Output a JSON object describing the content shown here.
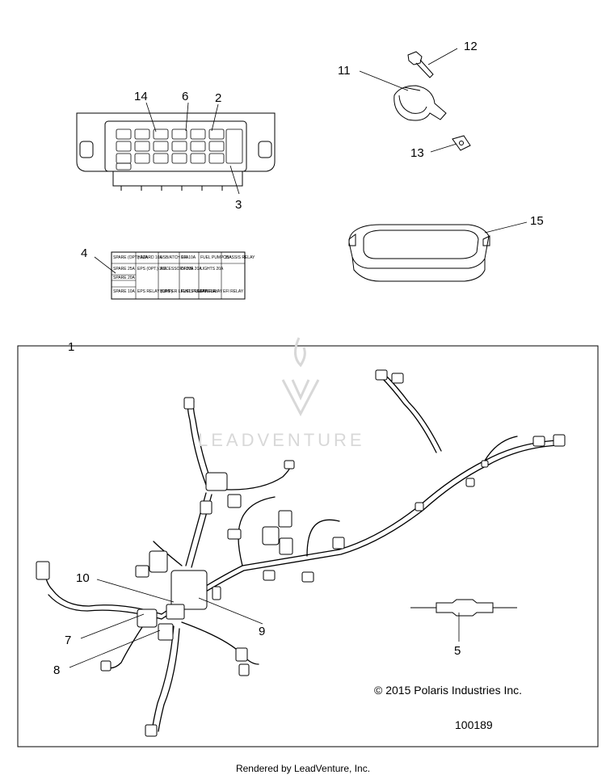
{
  "callouts": {
    "c1": "1",
    "c2": "2",
    "c3": "3",
    "c4": "4",
    "c5": "5",
    "c6": "6",
    "c7": "7",
    "c8": "8",
    "c9": "9",
    "c10": "10",
    "c11": "11",
    "c12": "12",
    "c13": "13",
    "c14": "14",
    "c15": "15"
  },
  "label_card": {
    "row1": [
      "SPARE (OPT.) 20A",
      "HAZARD 10A",
      "USB/ATCH 10A",
      "EFI 10A",
      "FUEL PUMP 15A",
      "CHASSIS RELAY"
    ],
    "row2": [
      "SPARE 25A",
      "EPS (OPT.) 30A",
      "ACCESSORY 20A",
      "DRIVE 20A",
      "LIGHTS 20A",
      ""
    ],
    "row3": [
      "SPARE 20A",
      "",
      "",
      "",
      "",
      ""
    ],
    "row4": [
      "SPARE 10A",
      "EPS RELAY (OPT.)",
      "BUMPER LIGHTS RELAY",
      "FUEL PUMP RELAY",
      "FAN RELAY",
      "EFI RELAY"
    ]
  },
  "watermark": "LEADVENTURE",
  "copyright": "© 2015 Polaris Industries Inc.",
  "drawing_number": "100189",
  "footer": "Rendered by LeadVenture, Inc."
}
